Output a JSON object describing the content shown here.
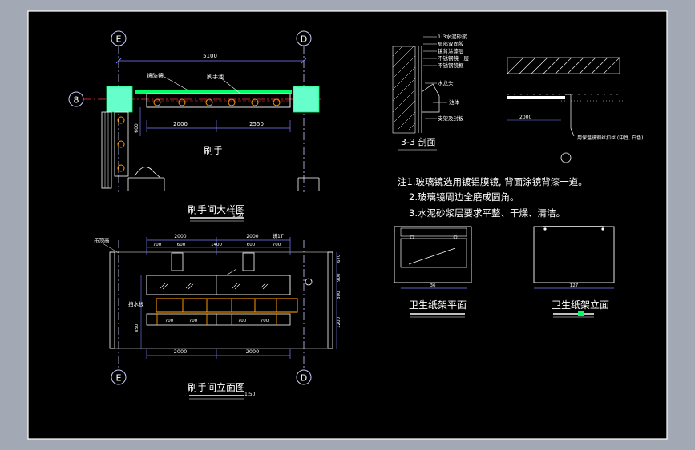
{
  "colors": {
    "background": "#000000",
    "frame_outer": "#a3a9b4",
    "border": "#ffffff",
    "dimension": "#8080ff",
    "mirror": "#00ff66",
    "column_fill": "#66ffcc",
    "grid_circle": "#c8c8ff",
    "red_axis": "#ff3333",
    "orange": "#ff9900",
    "yellow": "#ffff00",
    "text": "#ffffff"
  },
  "grid": {
    "E": "E",
    "D": "D",
    "eight": "8"
  },
  "plan": {
    "overall_dim": "5100",
    "label_mirror": "镜防镜",
    "label_basin": "刷手池",
    "dim_left": "2000",
    "dim_right": "2550",
    "dim_side": "600",
    "room_label": "刷手",
    "title": "刷手间大样图",
    "scale": "1:50"
  },
  "elevation": {
    "left_label": "吊顶高",
    "row1": [
      "2000",
      "2000"
    ],
    "row1_tag": "镜1T",
    "row2": [
      "700",
      "600",
      "1400",
      "600",
      "700"
    ],
    "mid_label": "挡水板",
    "bottom_row": [
      "700",
      "700",
      "700",
      "700"
    ],
    "left_dims": [
      "850"
    ],
    "right_dims": [
      "670",
      "900",
      "800",
      "1200"
    ],
    "dims_bottom": [
      "2000",
      "2000"
    ],
    "title": "刷手间立面图",
    "scale": "1:50"
  },
  "section": {
    "labels": [
      "1:3水泥砂浆",
      "局部双面胶",
      "镜背涂漆层",
      "不锈钢镜一层",
      "不锈钢镜框"
    ],
    "faucet": "水龙头",
    "basin": "池体",
    "bracket": "支架及封板",
    "title": "3-3 剖面",
    "dim": "2000",
    "note_right": "用保温镜钢丝扣丝 (中性, 白色)"
  },
  "notes": {
    "line1": "注1.玻璃镜选用镀铝膜镜, 背面涂镜背漆一道。",
    "line2": "2.玻璃镜周边全磨成圆角。",
    "line3": "3.水泥砂浆层要求平整、干燥、清洁。"
  },
  "paper_holder": {
    "plan_title": "卫生纸架平面",
    "plan_dim": "36",
    "elev_title": "卫生纸架立面",
    "elev_dim": "127"
  }
}
